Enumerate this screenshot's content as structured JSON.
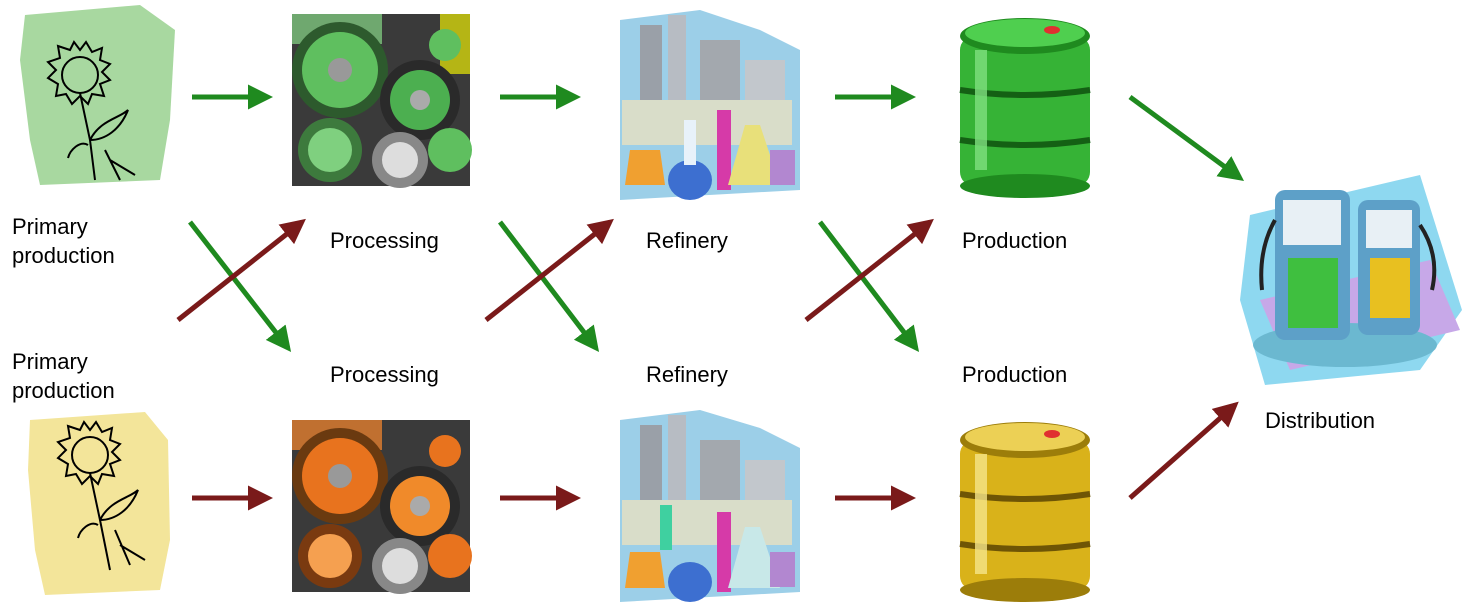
{
  "labels": {
    "top_primary": "Primary production",
    "top_processing": "Processing",
    "top_refinery": "Refinery",
    "top_production": "Production",
    "bottom_primary": "Primary production",
    "bottom_processing": "Processing",
    "bottom_refinery": "Refinery",
    "bottom_production": "Production",
    "distribution": "Distribution"
  },
  "colors": {
    "arrow_green": "#1f8a1f",
    "arrow_red": "#7a1a1a",
    "green_light": "#9fd89f",
    "green_barrel": "#3cb83c",
    "yellow_light": "#f3e59a",
    "yellow_barrel": "#d9b21a",
    "orange_gear": "#e8731e"
  },
  "icons": {
    "top_primary": "sunflower-icon",
    "top_processing": "gears-icon",
    "top_refinery": "refinery-lab-icon",
    "top_production": "barrel-icon",
    "bottom_primary": "sunflower-icon",
    "bottom_processing": "gears-icon",
    "bottom_refinery": "refinery-lab-icon",
    "bottom_production": "barrel-icon",
    "distribution": "fuel-pump-icon"
  }
}
